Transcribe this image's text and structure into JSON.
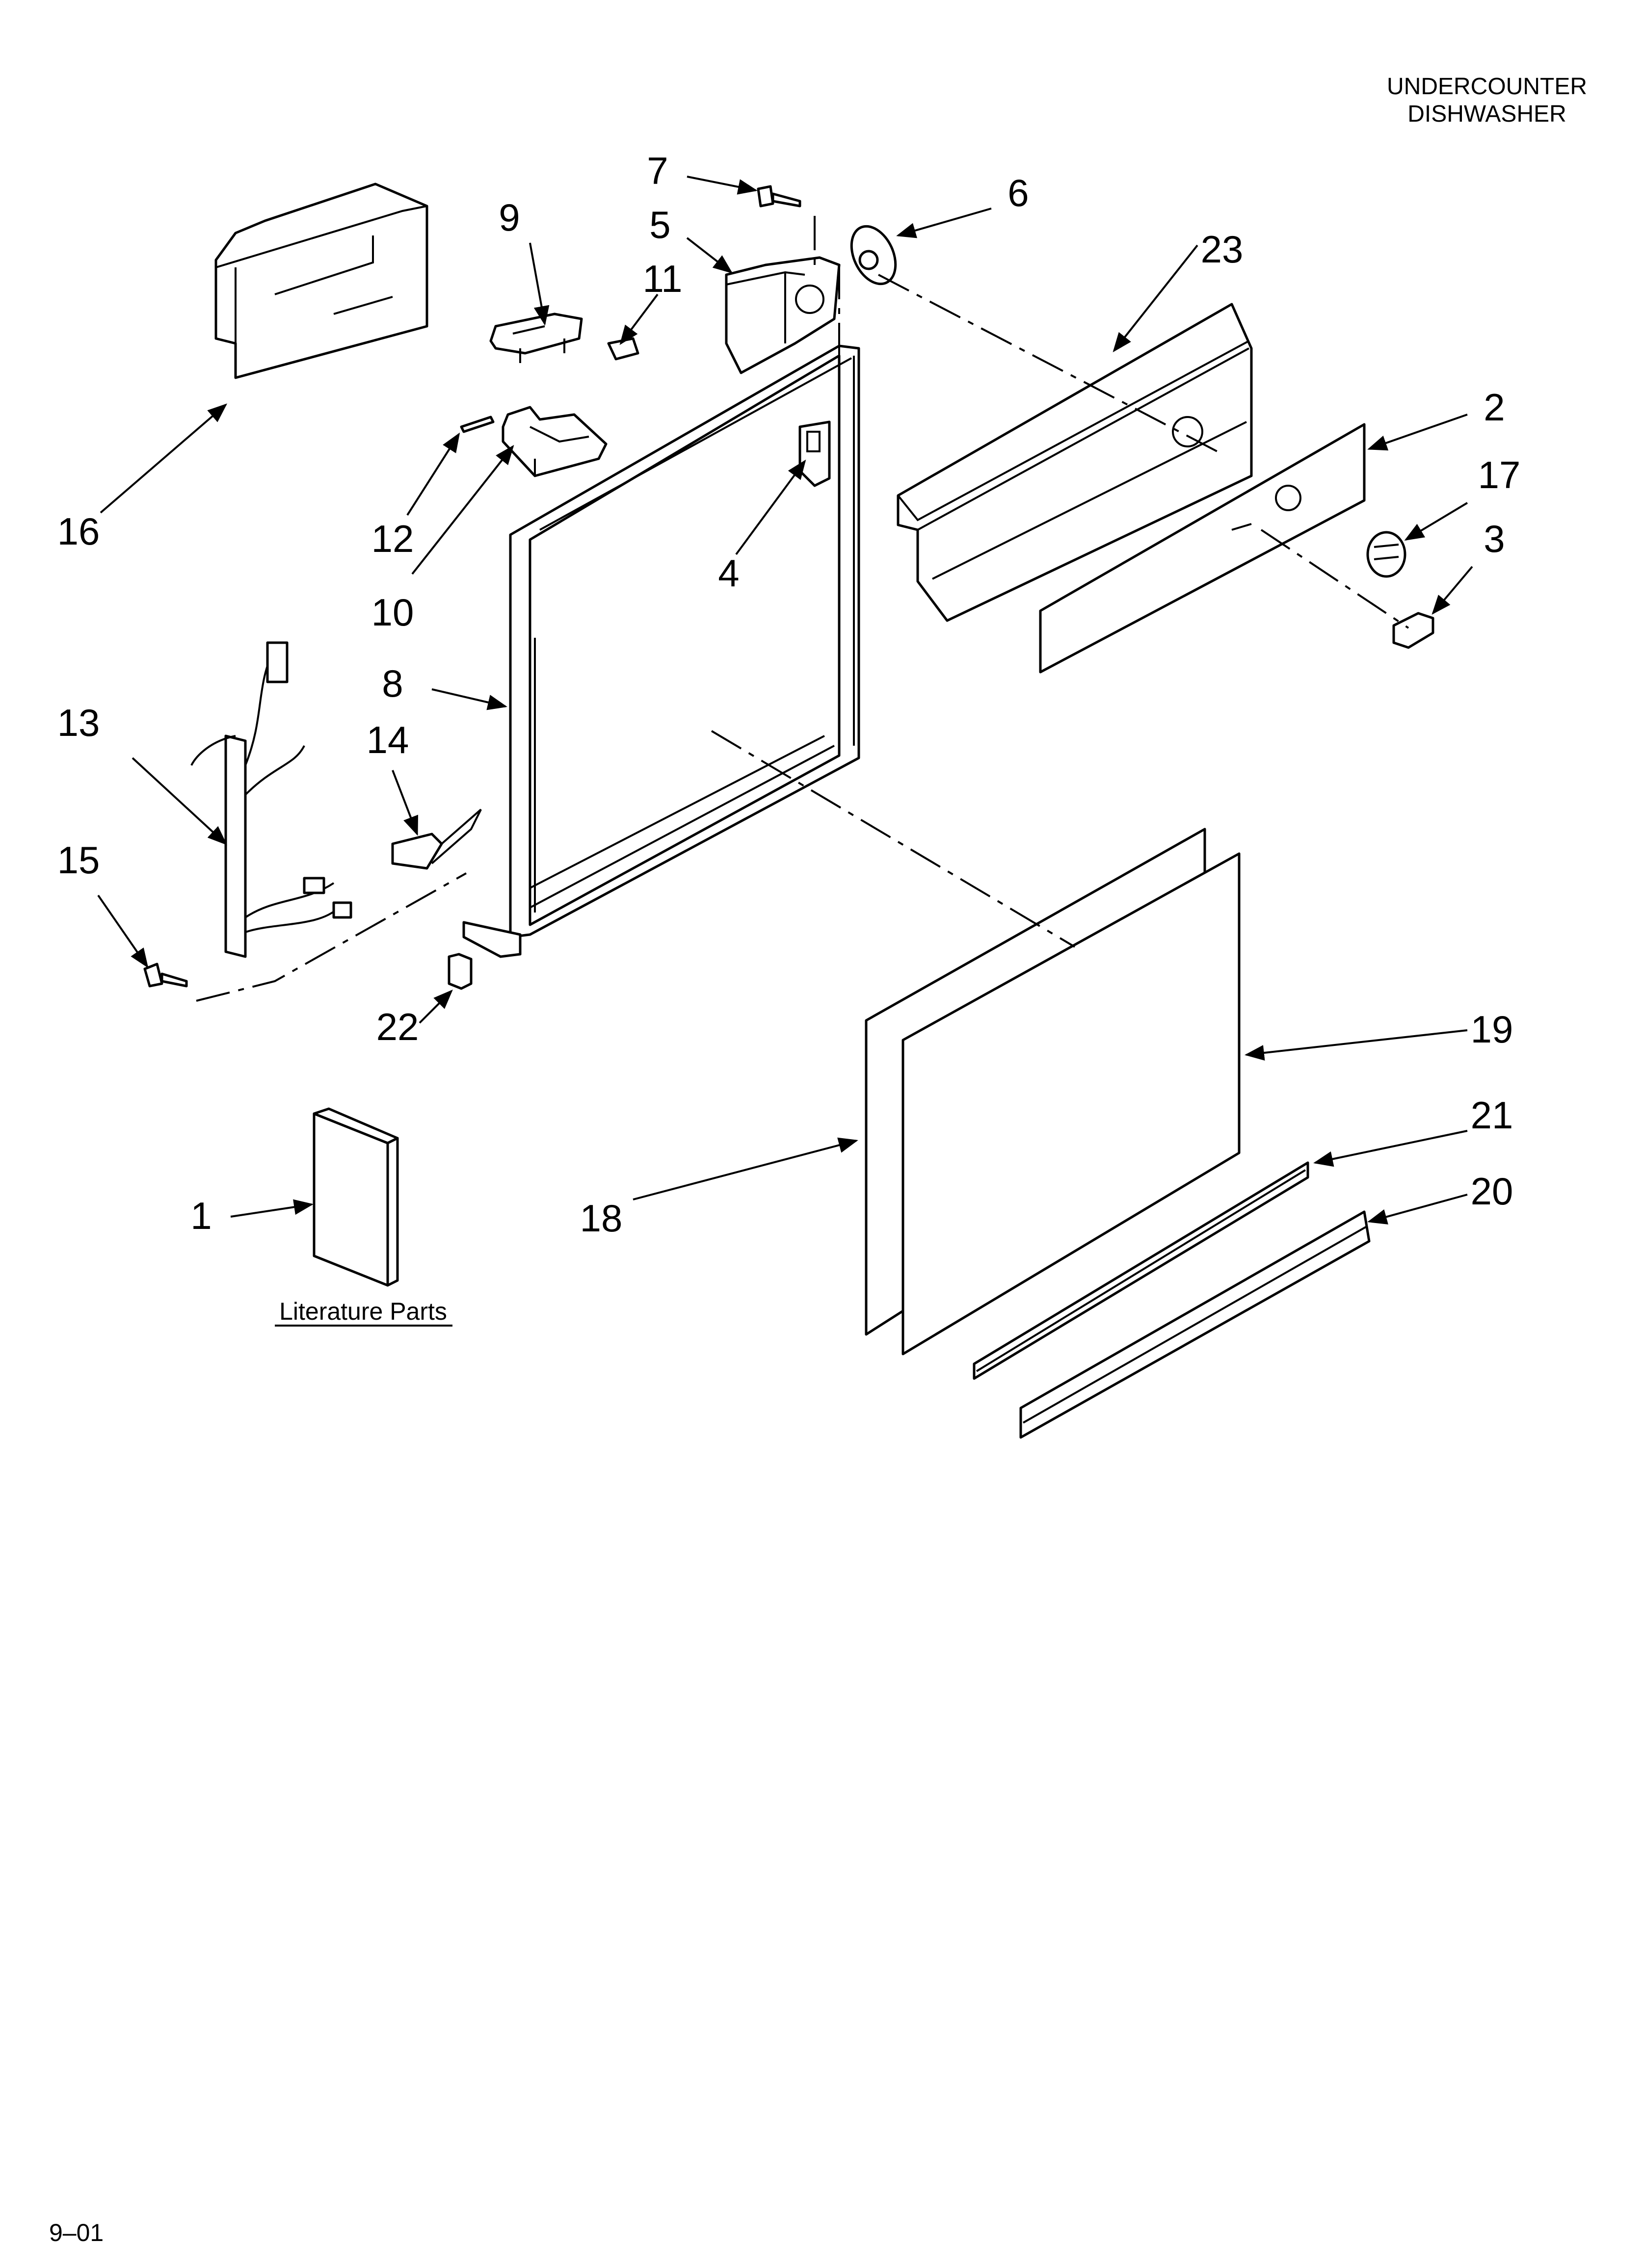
{
  "header": {
    "line1": "UNDERCOUNTER",
    "line2": "DISHWASHER"
  },
  "footer": {
    "code": "9–01"
  },
  "literature": {
    "label": "Literature Parts"
  },
  "callouts": {
    "c1": "1",
    "c2": "2",
    "c3": "3",
    "c4": "4",
    "c5": "5",
    "c6": "6",
    "c7": "7",
    "c8": "8",
    "c9": "9",
    "c10": "10",
    "c11": "11",
    "c12": "12",
    "c13": "13",
    "c14": "14",
    "c15": "15",
    "c16": "16",
    "c17": "17",
    "c18": "18",
    "c19": "19",
    "c20": "20",
    "c21": "21",
    "c22": "22",
    "c23": "23"
  },
  "icons": {
    "arrow": "arrowhead-marker"
  }
}
